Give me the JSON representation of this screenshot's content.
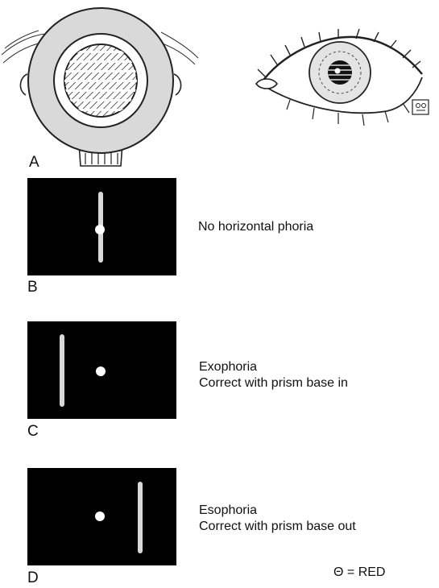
{
  "panels": {
    "a": {
      "letter": "A"
    },
    "b": {
      "letter": "B",
      "caption_lines": [
        "No horizontal phoria"
      ]
    },
    "c": {
      "letter": "C",
      "caption_lines": [
        "Exophoria",
        "Correct with prism base in"
      ]
    },
    "d": {
      "letter": "D",
      "caption_lines": [
        "Esophoria",
        "Correct with prism base out"
      ]
    }
  },
  "legend": {
    "symbol": "Θ",
    "text": "= RED"
  },
  "colors": {
    "screen": "#000000",
    "rod_streak": "#d8d8d8",
    "light_dot": "#ffffff"
  }
}
